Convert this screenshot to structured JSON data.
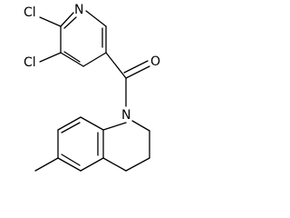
{
  "molecule": {
    "atoms": {
      "n_pyridine": "N",
      "cl_upper": "Cl",
      "cl_lower": "Cl",
      "o_carbonyl": "O",
      "n_amide": "N"
    }
  }
}
